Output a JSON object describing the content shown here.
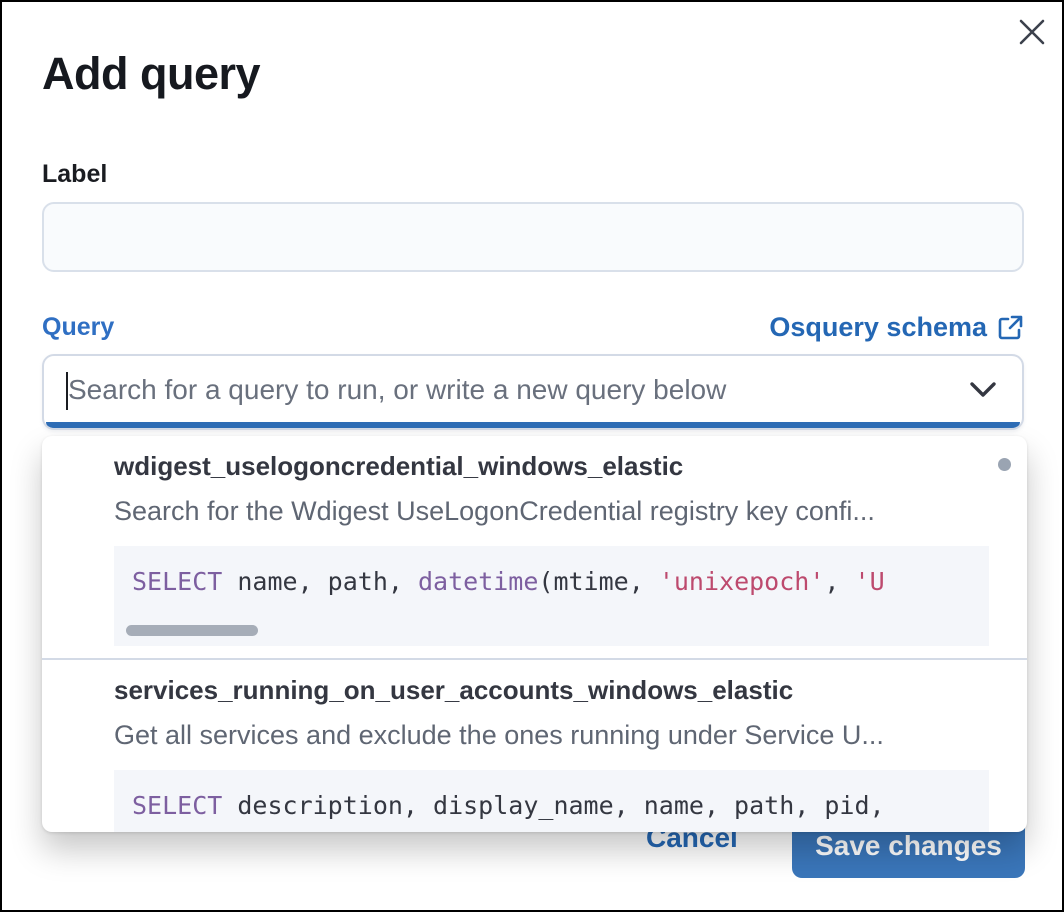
{
  "modal": {
    "title": "Add query"
  },
  "form": {
    "label_field": {
      "label": "Label",
      "value": ""
    },
    "query_field": {
      "label": "Query",
      "schema_link_label": "Osquery schema",
      "placeholder": "Search for a query to run, or write a new query below",
      "value": ""
    }
  },
  "dropdown": {
    "options": [
      {
        "name": "wdigest_uselogoncredential_windows_elastic",
        "description": "Search for the Wdigest UseLogonCredential registry key confi...",
        "sql_tokens": [
          {
            "type": "keyword",
            "text": "SELECT"
          },
          {
            "type": "plain",
            "text": " name, path, "
          },
          {
            "type": "function",
            "text": "datetime"
          },
          {
            "type": "plain",
            "text": "(mtime, "
          },
          {
            "type": "string",
            "text": "'unixepoch'"
          },
          {
            "type": "plain",
            "text": ", "
          },
          {
            "type": "string",
            "text": "'U"
          }
        ]
      },
      {
        "name": "services_running_on_user_accounts_windows_elastic",
        "description": "Get all services and exclude the ones running under Service U...",
        "sql_tokens": [
          {
            "type": "keyword",
            "text": "SELECT"
          },
          {
            "type": "plain",
            "text": " description, display_name, name, path, pid,"
          }
        ]
      }
    ]
  },
  "footer": {
    "cancel_label": "Cancel",
    "save_label": "Save changes"
  },
  "icons": {
    "close": "close-icon",
    "chevron": "chevron-down-icon",
    "external_link": "external-link-icon"
  },
  "colors": {
    "accent_blue": "#2f6fc3",
    "link_blue": "#2467b4",
    "button_blue": "#3a76ba",
    "focus_underline": "#2e6db6",
    "code_keyword": "#7d5fa0",
    "code_string": "#bd4a6e",
    "code_background": "#f4f6fa",
    "text_dark": "#343741",
    "text_muted": "#69707d"
  }
}
